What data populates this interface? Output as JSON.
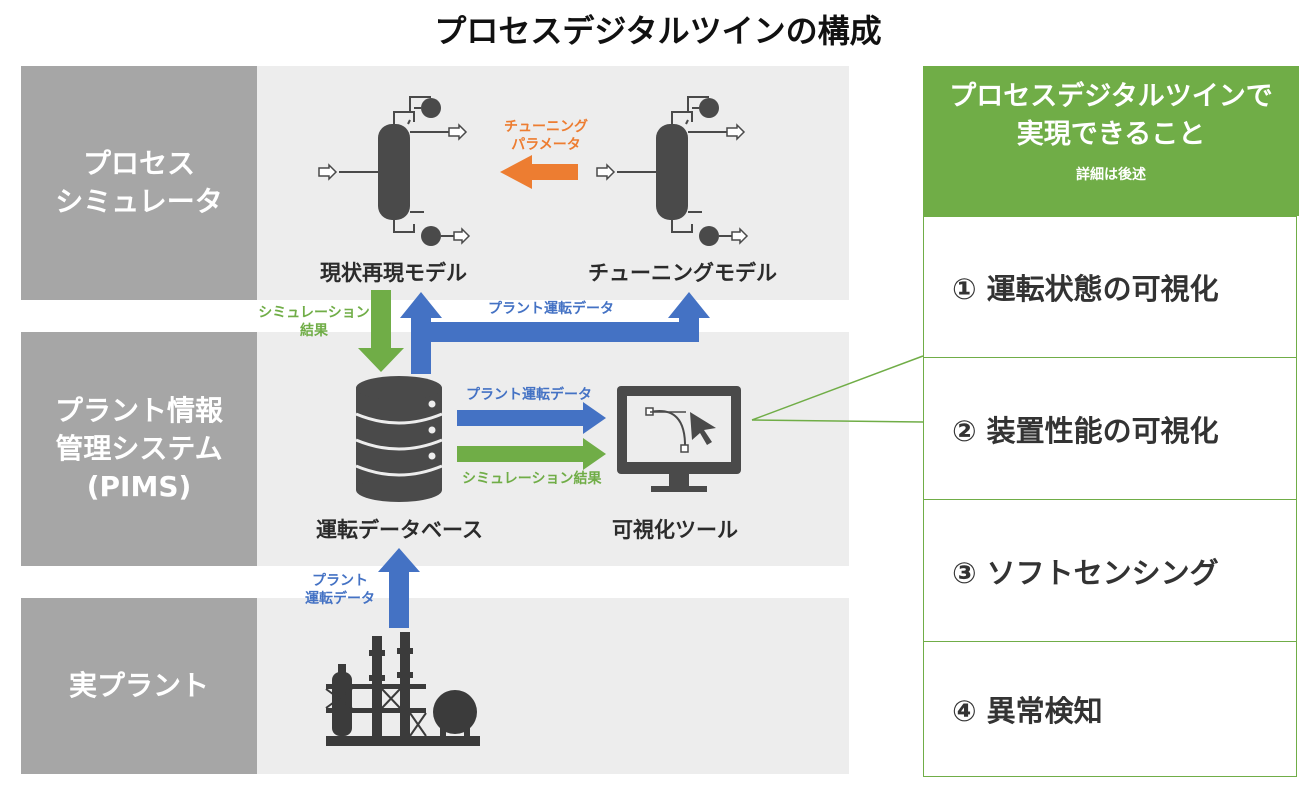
{
  "title": "プロセスデジタルツインの構成",
  "bands": {
    "simulator": [
      "プロセス",
      "シミュレータ"
    ],
    "pims": [
      "プラント情報",
      "管理システム",
      "(PIMS)"
    ],
    "plant": [
      "実プラント"
    ]
  },
  "models": {
    "current": "現状再現モデル",
    "tuning": "チューニングモデル",
    "tuning_param": [
      "チューニング",
      "パラメータ"
    ]
  },
  "arrows": {
    "sim_result_left": [
      "シミュレーション",
      "結果"
    ],
    "plant_data_top": "プラント運転データ",
    "plant_data_mid": "プラント運転データ",
    "sim_result_mid": "シミュレーション結果",
    "plant_data_bottom": [
      "プラント",
      "運転データ"
    ]
  },
  "nodes": {
    "database": "運転データベース",
    "vis_tool": "可視化ツール"
  },
  "panel": {
    "heading": [
      "プロセスデジタルツインで",
      "実現できること"
    ],
    "subheading": "詳細は後述",
    "items": [
      "① 運転状態の可視化",
      "② 装置性能の可視化",
      "③ ソフトセンシング",
      "④ 異常検知"
    ]
  },
  "colors": {
    "green": "#70ad47",
    "blue": "#4472c4",
    "orange": "#ed7d31",
    "gray": "#a6a6a6",
    "dark": "#4a4a4a"
  }
}
